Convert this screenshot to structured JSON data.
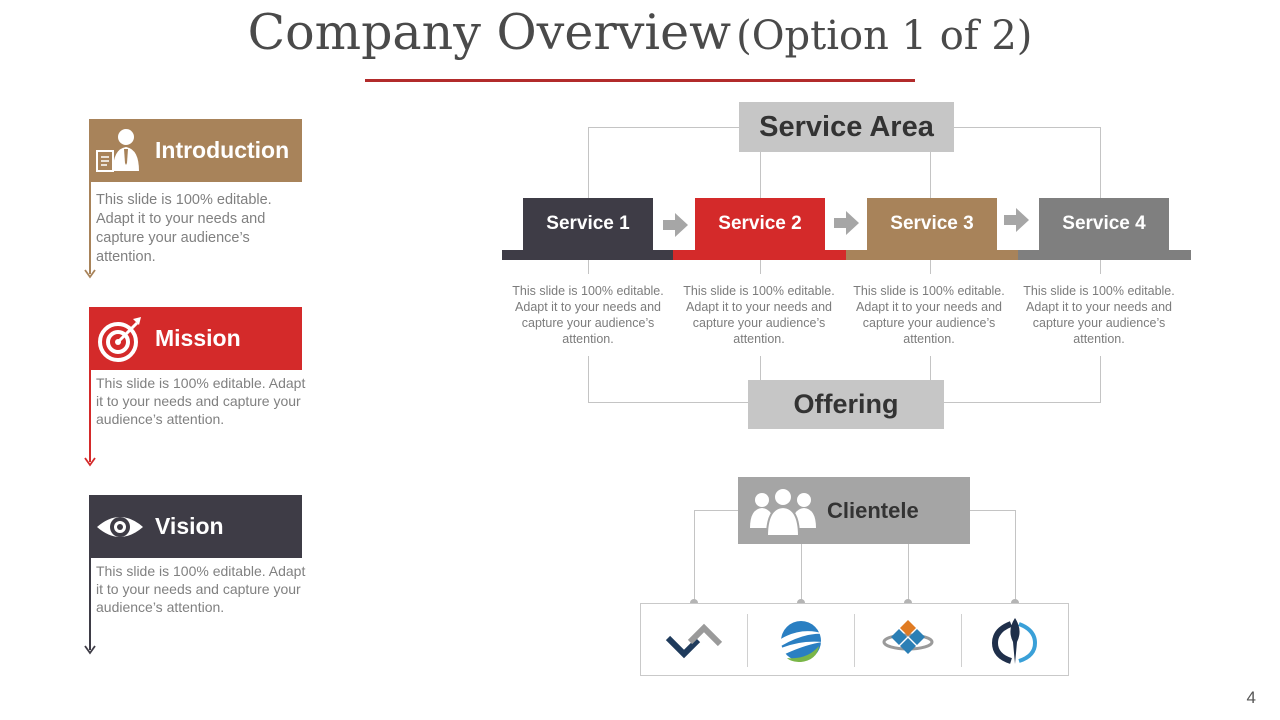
{
  "title": {
    "main": "Company Overview",
    "sub": "(Option 1 of 2)"
  },
  "left_sections": [
    {
      "label": "Introduction",
      "icon": "person-document-icon",
      "color": "#a8835a",
      "text": "This slide is 100% editable. Adapt it to your needs and capture your audience’s attention."
    },
    {
      "label": "Mission",
      "icon": "target-icon",
      "color": "#d42a2a",
      "text": "This slide is 100% editable. Adapt it to your needs and capture your audience’s attention."
    },
    {
      "label": "Vision",
      "icon": "eye-icon",
      "color": "#3e3c46",
      "text": "This slide is 100% editable. Adapt it to your needs and capture your audience’s attention."
    }
  ],
  "service_area": {
    "title": "Service Area",
    "offering_label": "Offering",
    "services": [
      {
        "label": "Service 1",
        "color": "#3e3c46",
        "text": "This slide is 100% editable. Adapt it to your needs and capture your audience’s attention."
      },
      {
        "label": "Service 2",
        "color": "#d42a2a",
        "text": "This slide is 100% editable. Adapt it to your needs and capture your audience’s attention."
      },
      {
        "label": "Service 3",
        "color": "#a8835a",
        "text": "This slide is 100% editable. Adapt it to your needs and capture your audience’s attention."
      },
      {
        "label": "Service 4",
        "color": "#7f7f7f",
        "text": "This slide is 100% editable. Adapt it to your needs and capture your audience’s attention."
      }
    ]
  },
  "clientele": {
    "label": "Clientele",
    "icon": "people-group-icon",
    "logos": [
      "chevron-link-logo-icon",
      "swoosh-globe-logo-icon",
      "diamond-grid-logo-icon",
      "circle-leaf-logo-icon"
    ]
  },
  "page_number": "4"
}
